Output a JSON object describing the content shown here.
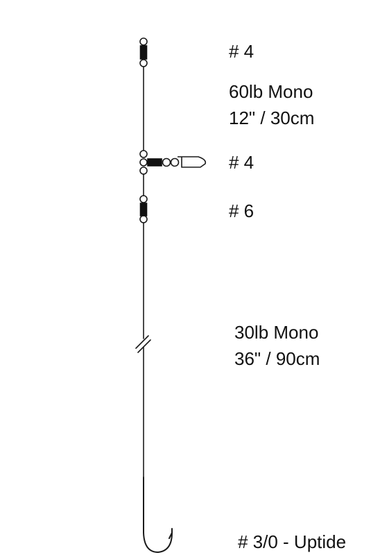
{
  "labels": {
    "top_swivel_size": "# 4",
    "upper_leader_line": "60lb Mono",
    "upper_leader_length": "12\" / 30cm",
    "snap_swivel_size": "# 4",
    "lower_swivel_size": "# 6",
    "hook_leader_line": "30lb Mono",
    "hook_leader_length": "36\" / 90cm",
    "hook_size": "# 3/0 - Uptide"
  },
  "colors": {
    "line": "#1a1a1a",
    "swivel_body": "#111111",
    "background": "#ffffff"
  }
}
